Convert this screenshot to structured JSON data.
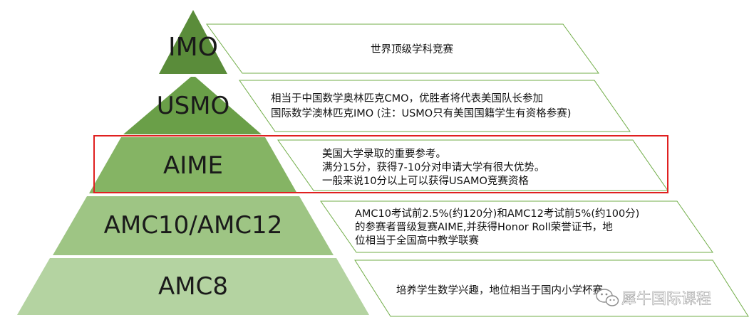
{
  "colors": {
    "tier_fills": [
      "#5a8c3a",
      "#6a9f48",
      "#85b464",
      "#9ec584",
      "#b4d3a1"
    ],
    "box_border": "#70ad47",
    "highlight": "#e02020"
  },
  "tiers": [
    {
      "label": "IMO",
      "lines": [
        "世界顶级学科竞赛"
      ]
    },
    {
      "label": "USMO",
      "lines": [
        "相当于中国数学奥林匹克CMO，优胜者将代表美国队长参加",
        "国际数学澳林匹克IMO (注：USMO只有美国国籍学生有资格参赛)"
      ]
    },
    {
      "label": "AIME",
      "lines": [
        "美国大学录取的重要参考。",
        "满分15分，获得7-10分对申请大学有很大优势。",
        "一般来说10分以上可以获得USAMO竞赛资格"
      ]
    },
    {
      "label": "AMC10/AMC12",
      "lines": [
        "AMC10考试前2.5%(约120分)和AMC12考试前5%(约100分)",
        "的参赛者晋级复赛AIME,并获得Honor Roll荣誉证书，地",
        "位相当于全国高中教学联赛"
      ]
    },
    {
      "label": "AMC8",
      "lines": [
        "培养学生数学兴趣，地位相当于国内小学杯赛"
      ]
    }
  ],
  "highlighted_tier": "AIME",
  "watermark": {
    "text": "犀牛国际课程",
    "icon": "wechat-icon"
  }
}
